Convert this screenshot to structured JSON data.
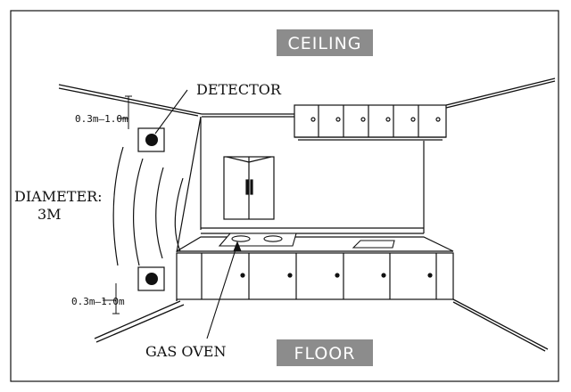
{
  "labels": {
    "ceiling": "CEILING",
    "floor": "FLOOR",
    "detector": "DETECTOR",
    "gas_oven": "GAS OVEN",
    "diameter_line1": "DIAMETER:",
    "diameter_line2": "3M",
    "distance_top": "0.3m—1.0m",
    "distance_bottom": "0.3m—1.0m"
  },
  "colors": {
    "label_box": "#8c8c8c",
    "line": "#111111",
    "detector_dot": "#111111"
  }
}
